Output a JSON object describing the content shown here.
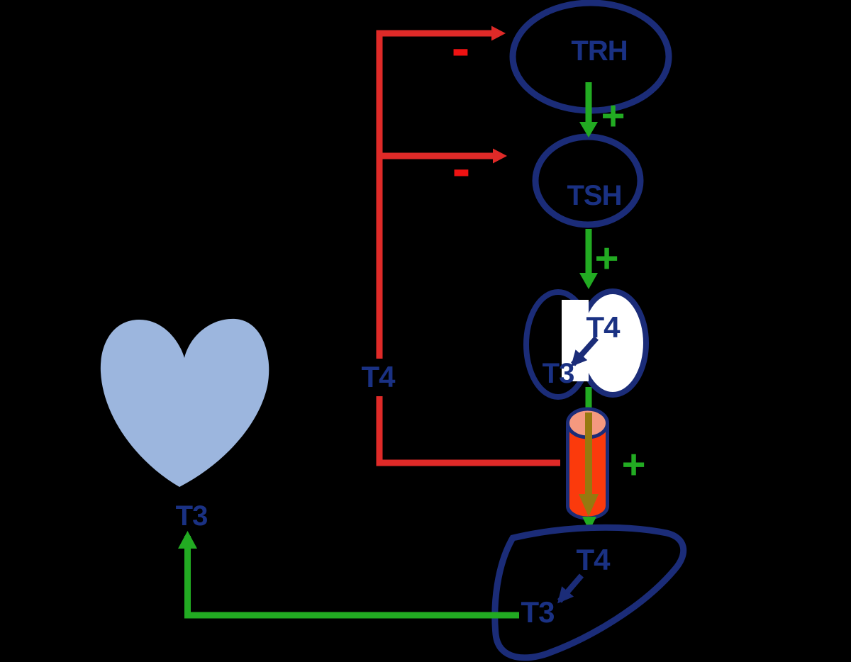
{
  "diagram": {
    "background": "#000000",
    "colors": {
      "navy": "#1B2C78",
      "text_navy": "#1A3183",
      "green": "#22AB22",
      "red": "#DF2A28",
      "minus_red": "#EE1212",
      "cylinder_fill": "#FB3A0C",
      "cylinder_top": "#F5997F",
      "olive": "#97790F",
      "heart_blue": "#9CB6DE",
      "white": "#FFFFFF"
    },
    "nodes": {
      "trh": {
        "label": "TRH"
      },
      "tsh": {
        "label": "TSH"
      },
      "thyroid": {
        "t4": "T4",
        "t3": "T3"
      },
      "plasma": {
        "t4": "T4"
      },
      "heart": {
        "t3": "T3"
      },
      "liver": {
        "t4": "T4",
        "t3": "T3"
      }
    },
    "signs": {
      "plus_trh_tsh": "+",
      "plus_tsh_thyroid": "+",
      "plus_transporter": "+",
      "minus_trh": "-",
      "minus_tsh": "-"
    }
  }
}
